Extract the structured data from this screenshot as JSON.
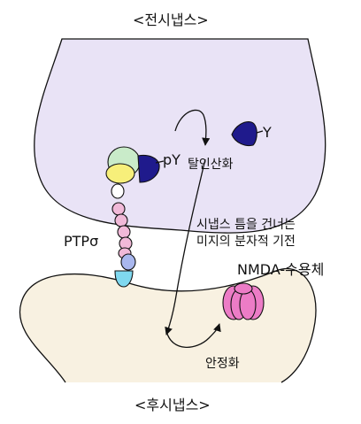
{
  "labels": {
    "presynapse": "<전시냅스>",
    "postsynapse": "<후시냅스>",
    "ptp_sigma": "PTPσ",
    "py": "pY",
    "y": "Y",
    "dephosphorylation": "탈인산화",
    "crossing_note": "시냅스 틈을 건너는\n미지의 분자적 기전",
    "nmda_receptor": "NMDA-수용체",
    "stabilization": "안정화"
  },
  "colors": {
    "presynapse_fill": "#e9e3f6",
    "postsynapse_fill": "#f8f1e1",
    "outline": "#111111",
    "domain_green": "#c9ebc9",
    "domain_yellow": "#f7ef7a",
    "phospho_navy": "#1f1a8c",
    "ig_pink": "#f1b9d8",
    "fn_blue": "#a9b7ee",
    "tm_cyan": "#7fd8ef",
    "receptor_pink": "#ec7cc6"
  }
}
